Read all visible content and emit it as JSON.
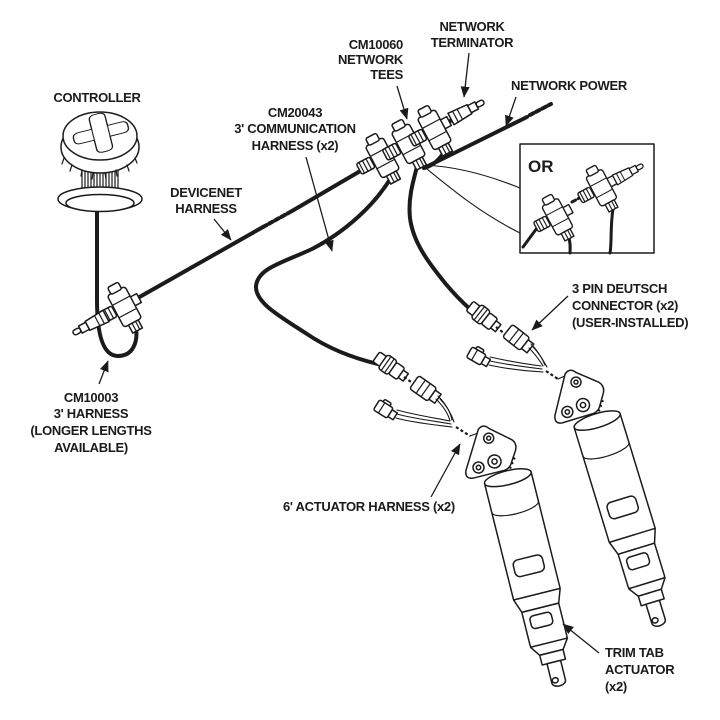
{
  "diagram": {
    "labels": {
      "controller": "CONTROLLER",
      "network_tees": [
        "CM10060",
        "NETWORK",
        "TEES"
      ],
      "network_terminator": [
        "NETWORK",
        "TERMINATOR"
      ],
      "network_power": "NETWORK POWER",
      "communication_harness": [
        "CM20043",
        "3' COMMUNICATION",
        "HARNESS (x2)"
      ],
      "devicenet_harness": [
        "DEVICENET",
        "HARNESS"
      ],
      "cm10003_harness": [
        "CM10003",
        "3' HARNESS",
        "(LONGER LENGTHS",
        "AVAILABLE)"
      ],
      "deutsch_connector": [
        "3 PIN DEUTSCH",
        "CONNECTOR (x2)",
        "(USER-INSTALLED)"
      ],
      "actuator_harness": "6' ACTUATOR HARNESS (x2)",
      "trim_tab_actuator": [
        "TRIM TAB",
        "ACTUATOR",
        "(x2)"
      ],
      "or_alternative": "OR"
    },
    "colors": {
      "ink": "#1b1b1b",
      "background": "#ffffff"
    }
  }
}
